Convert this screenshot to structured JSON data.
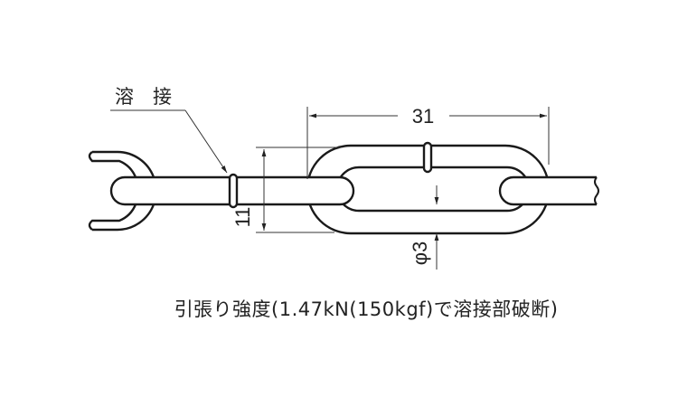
{
  "labels": {
    "weld": "溶　接",
    "length_dim": "31",
    "width_dim": "11",
    "wire_dim": "φ3"
  },
  "caption": "引張り強度(1.47kN(150kgf)で溶接部破断)",
  "colors": {
    "line": "#1a1a1a",
    "dim": "#333333"
  }
}
